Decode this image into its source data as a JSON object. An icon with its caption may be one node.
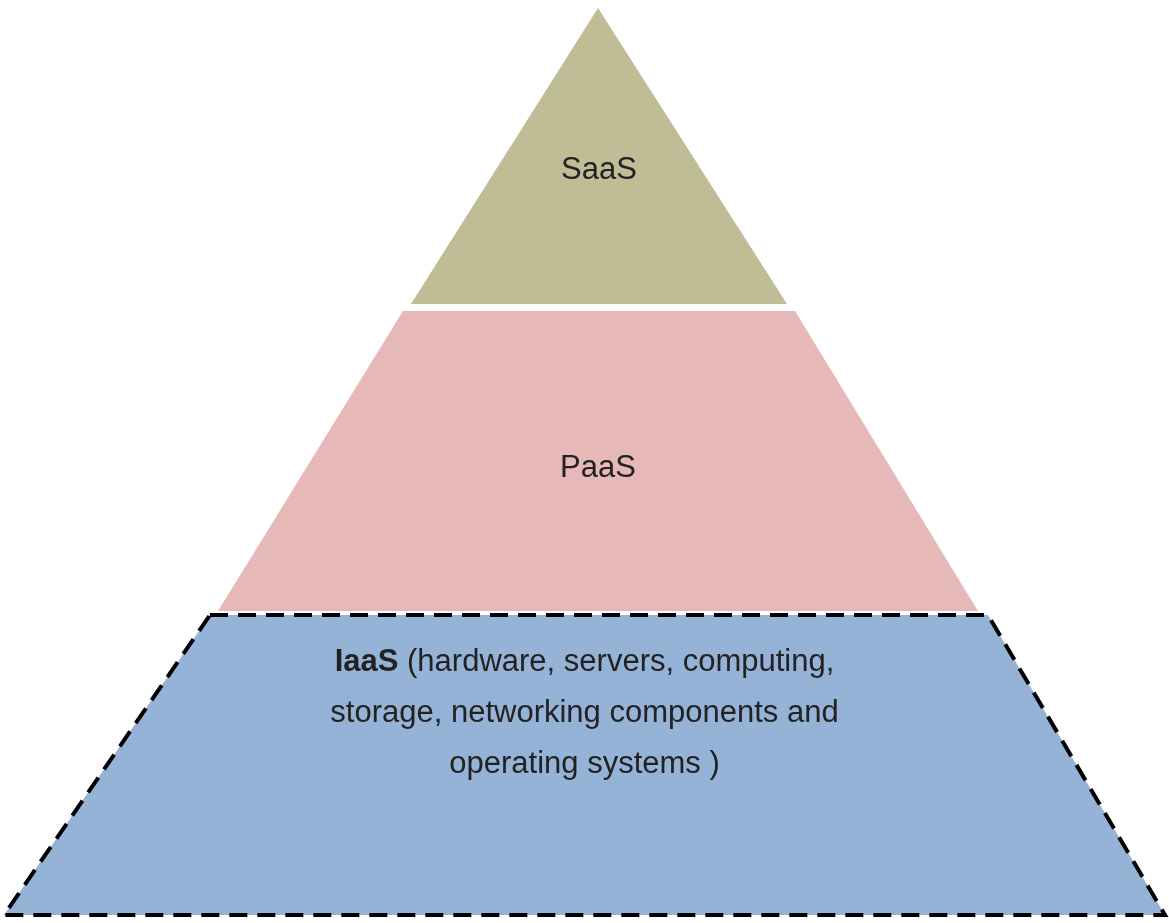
{
  "diagram": {
    "nodes": [
      {
        "text": [
          "SaaS"
        ]
      },
      {
        "text": [
          "PaaS"
        ]
      },
      {
        "text": [
          "**IaaS** (hardware, servers, computing, storage, networking components and operating systems )"
        ]
      }
    ]
  }
}
